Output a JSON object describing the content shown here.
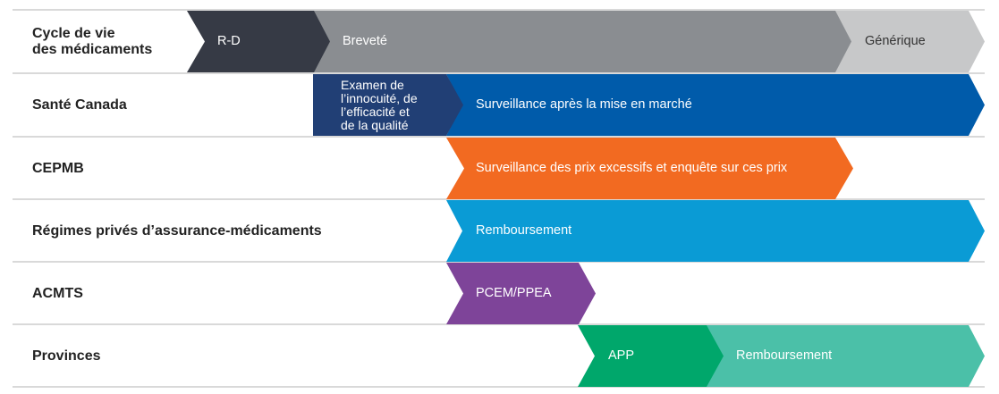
{
  "rows": [
    {
      "label": "Cycle de vie\ndes médicaments",
      "segments": [
        {
          "text": "R-D",
          "color": "#363A45",
          "text_color": "#ffffff"
        },
        {
          "text": "Breveté",
          "color": "#8A8D91",
          "text_color": "#ffffff"
        },
        {
          "text": "Générique",
          "color": "#C7C8C9",
          "text_color": "#333333"
        }
      ]
    },
    {
      "label": "Santé Canada",
      "segments": [
        {
          "text": "Examen de\nl’innocuité, de\nl’efficacité et\nde la qualité",
          "color": "#213F75",
          "text_color": "#ffffff"
        },
        {
          "text": "Surveillance après la mise en marché",
          "color": "#005BAA",
          "text_color": "#ffffff"
        }
      ]
    },
    {
      "label": "CEPMB",
      "segments": [
        {
          "text": "Surveillance des prix excessifs et enquête sur ces prix",
          "color": "#F26A21",
          "text_color": "#ffffff"
        }
      ]
    },
    {
      "label": "Régimes privés d’assurance-médicaments",
      "segments": [
        {
          "text": "Remboursement",
          "color": "#0A9BD5",
          "text_color": "#ffffff"
        }
      ]
    },
    {
      "label": "ACMTS",
      "segments": [
        {
          "text": "PCEM/PPEA",
          "color": "#7E4499",
          "text_color": "#ffffff"
        }
      ]
    },
    {
      "label": "Provinces",
      "segments": [
        {
          "text": "APP",
          "color": "#00A76B",
          "text_color": "#ffffff"
        },
        {
          "text": "Remboursement",
          "color": "#4BC0A8",
          "text_color": "#ffffff"
        }
      ]
    }
  ],
  "separator_color": "#D9D9D9"
}
